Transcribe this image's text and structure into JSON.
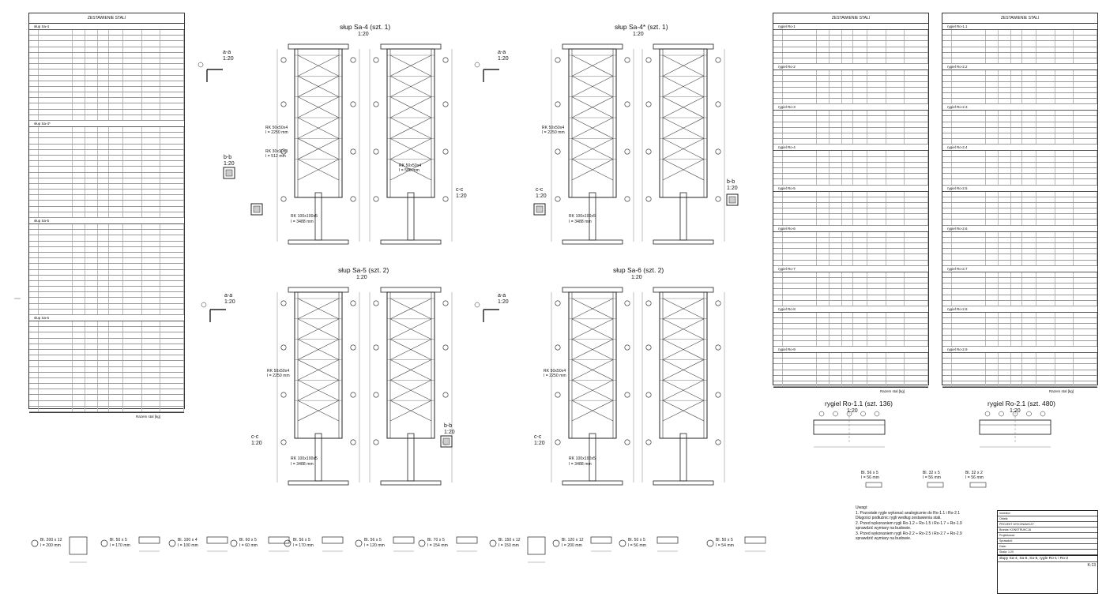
{
  "drawings": {
    "sa4": {
      "title": "słup Sa-4 (szt. 1)",
      "scale": "1:20"
    },
    "sa4s": {
      "title": "słup Sa-4* (szt. 1)",
      "scale": "1:20"
    },
    "sa5": {
      "title": "słup Sa-5 (szt. 2)",
      "scale": "1:20"
    },
    "sa6": {
      "title": "słup Sa-6 (szt. 2)",
      "scale": "1:20"
    },
    "ro11": {
      "title": "rygiel Ro-1.1 (szt. 136)",
      "scale": "1:20"
    },
    "ro21": {
      "title": "rygiel Ro-2.1 (szt. 480)",
      "scale": "1:20"
    }
  },
  "sections": {
    "aa": {
      "label": "a-a",
      "scale": "1:20"
    },
    "bb": {
      "label": "b-b",
      "scale": "1:20"
    },
    "cc": {
      "label": "c-c",
      "scale": "1:20"
    }
  },
  "tables": {
    "left": {
      "title": "ZESTAWIENIE STALI",
      "groups": [
        {
          "name": "słup Sa-4"
        },
        {
          "name": "słup Sa-4*"
        },
        {
          "name": "słup Sa-5"
        },
        {
          "name": "słup Sa-6"
        }
      ],
      "footer": "Razem stal [kg]"
    },
    "mid": {
      "title": "ZESTAWIENIE STALI",
      "groups": [
        {
          "name": "rygiel Ro-1"
        },
        {
          "name": "rygiel Ro-2"
        },
        {
          "name": "rygiel Ro-3"
        },
        {
          "name": "rygiel Ro-4"
        },
        {
          "name": "rygiel Ro-5"
        },
        {
          "name": "rygiel Ro-6"
        },
        {
          "name": "rygiel Ro-7"
        },
        {
          "name": "rygiel Ro-8"
        },
        {
          "name": "rygiel Ro-9"
        }
      ],
      "footer": "Razem stal [kg]"
    },
    "right": {
      "title": "ZESTAWIENIE STALI",
      "groups": [
        {
          "name": "rygiel Ro-1.1"
        },
        {
          "name": "rygiel Ro-2.2"
        },
        {
          "name": "rygiel Ro-2.3"
        },
        {
          "name": "rygiel Ro-2.4"
        },
        {
          "name": "rygiel Ro-2.5"
        },
        {
          "name": "rygiel Ro-2.6"
        },
        {
          "name": "rygiel Ro-2.7"
        },
        {
          "name": "rygiel Ro-2.8"
        },
        {
          "name": "rygiel Ro-2.9"
        }
      ],
      "footer": "Razem stal [kg]"
    }
  },
  "members": {
    "rk1": "RK 100x100x5",
    "rk1_len": "l = 3488 mm",
    "rk2": "RK 50x50x4",
    "rk2_len": "l = 2250 mm",
    "rk3": "RK 30x30x3",
    "rk3_len": "l = 512 mm",
    "rk4": "RK 50x50x4",
    "rk4_len": "l = 580 mm"
  },
  "plates": [
    {
      "label": "Bl. 200 x 12",
      "len": "l = 200 mm"
    },
    {
      "label": "Bl. 50 x 5",
      "len": "l = 170 mm"
    },
    {
      "label": "Bl. 100 x 4",
      "len": "l = 100 mm"
    },
    {
      "label": "Bl. 60 x 5",
      "len": "l = 60 mm"
    },
    {
      "label": "Bl. 56 x 5",
      "len": "l = 170 mm"
    },
    {
      "label": "Bl. 56 x 5",
      "len": "l = 120 mm"
    },
    {
      "label": "Bl. 70 x 5",
      "len": "l = 154 mm"
    },
    {
      "label": "Bl. 150 x 12",
      "len": "l = 150 mm"
    },
    {
      "label": "Bl. 120 x 12",
      "len": "l = 200 mm"
    },
    {
      "label": "Bl. 50 x 5",
      "len": "l = 56 mm"
    },
    {
      "label": "Bl. 50 x 5",
      "len": "l = 54 mm"
    }
  ],
  "small_plates": [
    {
      "label": "Bl. 56 x 5",
      "len": "l = 56 mm"
    },
    {
      "label": "Bl. 32 x 5",
      "len": "l = 56 mm"
    },
    {
      "label": "Bl. 32 x 2",
      "len": "l = 56 mm"
    }
  ],
  "notes": {
    "head": "Uwagi:",
    "lines": [
      "1. Pozostałe rygle wykonać analogicznie do Ro-1.1 i Ro-2.1",
      "   Długości podłużnic rygli według zestawienia stali.",
      "2. Przed wykonaniem rygli Ro-1.2 ÷ Ro-1.5 i Ro-1.7 ÷ Ro-1.9",
      "   sprawdzić wymiary na budowie.",
      "3. Przed wykonaniem rygli Ro-2.2 ÷ Ro-2.5 i Ro-2.7 ÷ Ro-2.9",
      "   sprawdzić wymiary na budowie."
    ]
  },
  "title_block": {
    "rows": [
      "Inwestor:",
      "Obiekt:",
      "PROJEKT WYKONAWCZY",
      "Branża: KONSTRUKCJA",
      "Projektował:",
      "Sprawdził:",
      "Data:",
      "Skala: 1:20"
    ],
    "drawing_name": "słupy Sa-4, Sa-5, Sa-6, rygle Ro-1 i Ro-2",
    "number": "K-13"
  }
}
